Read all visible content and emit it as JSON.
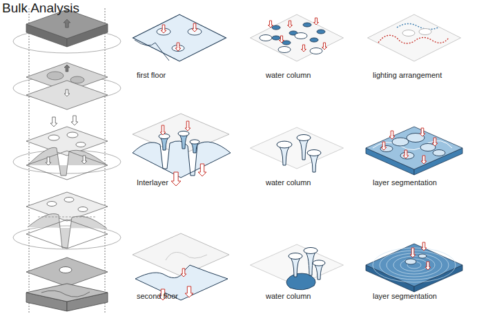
{
  "diagram": {
    "title": "Bulk Analysis",
    "labels": [
      "first floor",
      "water column",
      "lighting arrangement",
      "Interlayer",
      "water column",
      "layer segmentation",
      "second floor",
      "water column",
      "layer segmentation"
    ]
  }
}
